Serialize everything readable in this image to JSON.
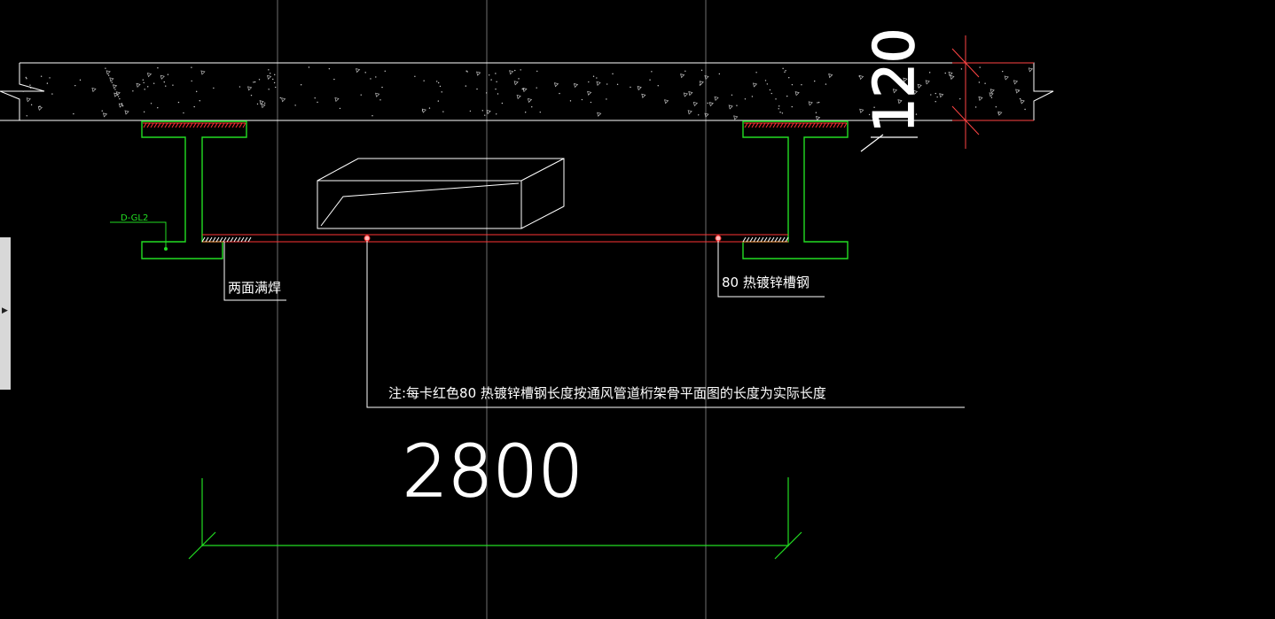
{
  "colors": {
    "background": "#000000",
    "grid": "#6e6e6e",
    "outline": "#ffffff",
    "steel": "#22dd22",
    "channel": "#ff3333",
    "cross": "#ff4444"
  },
  "labels": {
    "member_tag": "D-GL2",
    "weld_note": "两面满焊",
    "channel_note": "80 热镀锌槽钢",
    "note": "注:每卡红色80 热镀锌槽钢长度按通风管道桁架骨平面图的长度为实际长度",
    "dim_width": "2800",
    "dim_slab": "120"
  },
  "side_handle": {
    "icon": "play-arrow-icon",
    "glyph": "▶"
  }
}
